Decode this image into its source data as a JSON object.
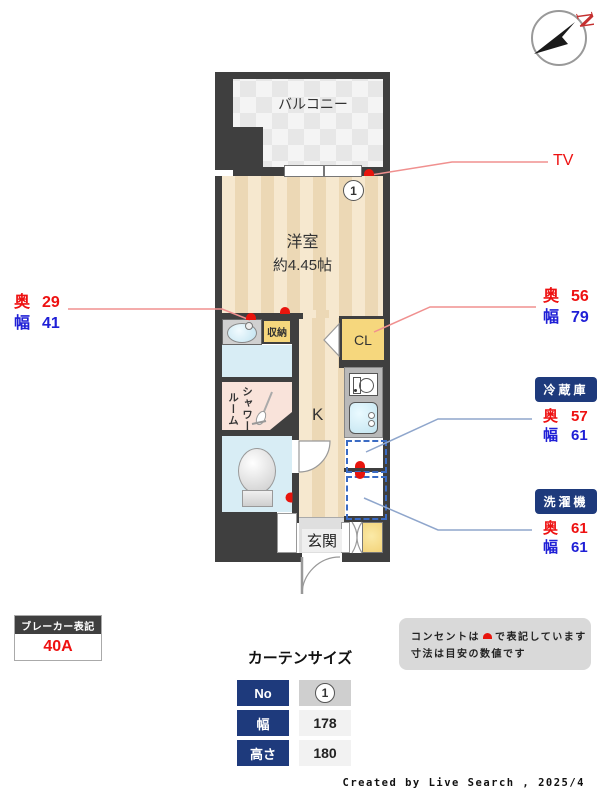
{
  "compass": {
    "north_letter": "N"
  },
  "plan": {
    "balcony": "バルコニー",
    "room": "洋室",
    "room_area": "約4.45帖",
    "window_no": "1",
    "storage": "収納",
    "closet": "CL",
    "shower_line1": "シャワー",
    "shower_line2": "ルーム",
    "kitchen": "K",
    "entrance": "玄関"
  },
  "labels": {
    "depth": "奥",
    "width": "幅",
    "tv": "TV",
    "vanity": {
      "depth": "29",
      "width": "41"
    },
    "closet": {
      "depth": "56",
      "width": "79"
    },
    "fridge": {
      "title": "冷蔵庫",
      "depth": "57",
      "width": "61"
    },
    "washer": {
      "title": "洗濯機",
      "depth": "61",
      "width": "61"
    }
  },
  "breaker": {
    "title": "ブレーカー表記",
    "value": "40A"
  },
  "curtain_table": {
    "title": "カーテンサイズ",
    "rows": [
      {
        "label": "No",
        "value": "1"
      },
      {
        "label": "幅",
        "value": "178"
      },
      {
        "label": "高さ",
        "value": "180"
      }
    ]
  },
  "note": {
    "line1_prefix": "コンセントは",
    "line1_suffix": "で表記しています",
    "line2": "寸法は目安の数値です"
  },
  "credit": "Created by Live Search , 2025/4",
  "colors": {
    "wall": "#3f3f3f",
    "outlet_red": "#e8150d",
    "text_red": "#ee1111",
    "text_blue": "#1f1fd6",
    "navy": "#1e3a7c"
  }
}
